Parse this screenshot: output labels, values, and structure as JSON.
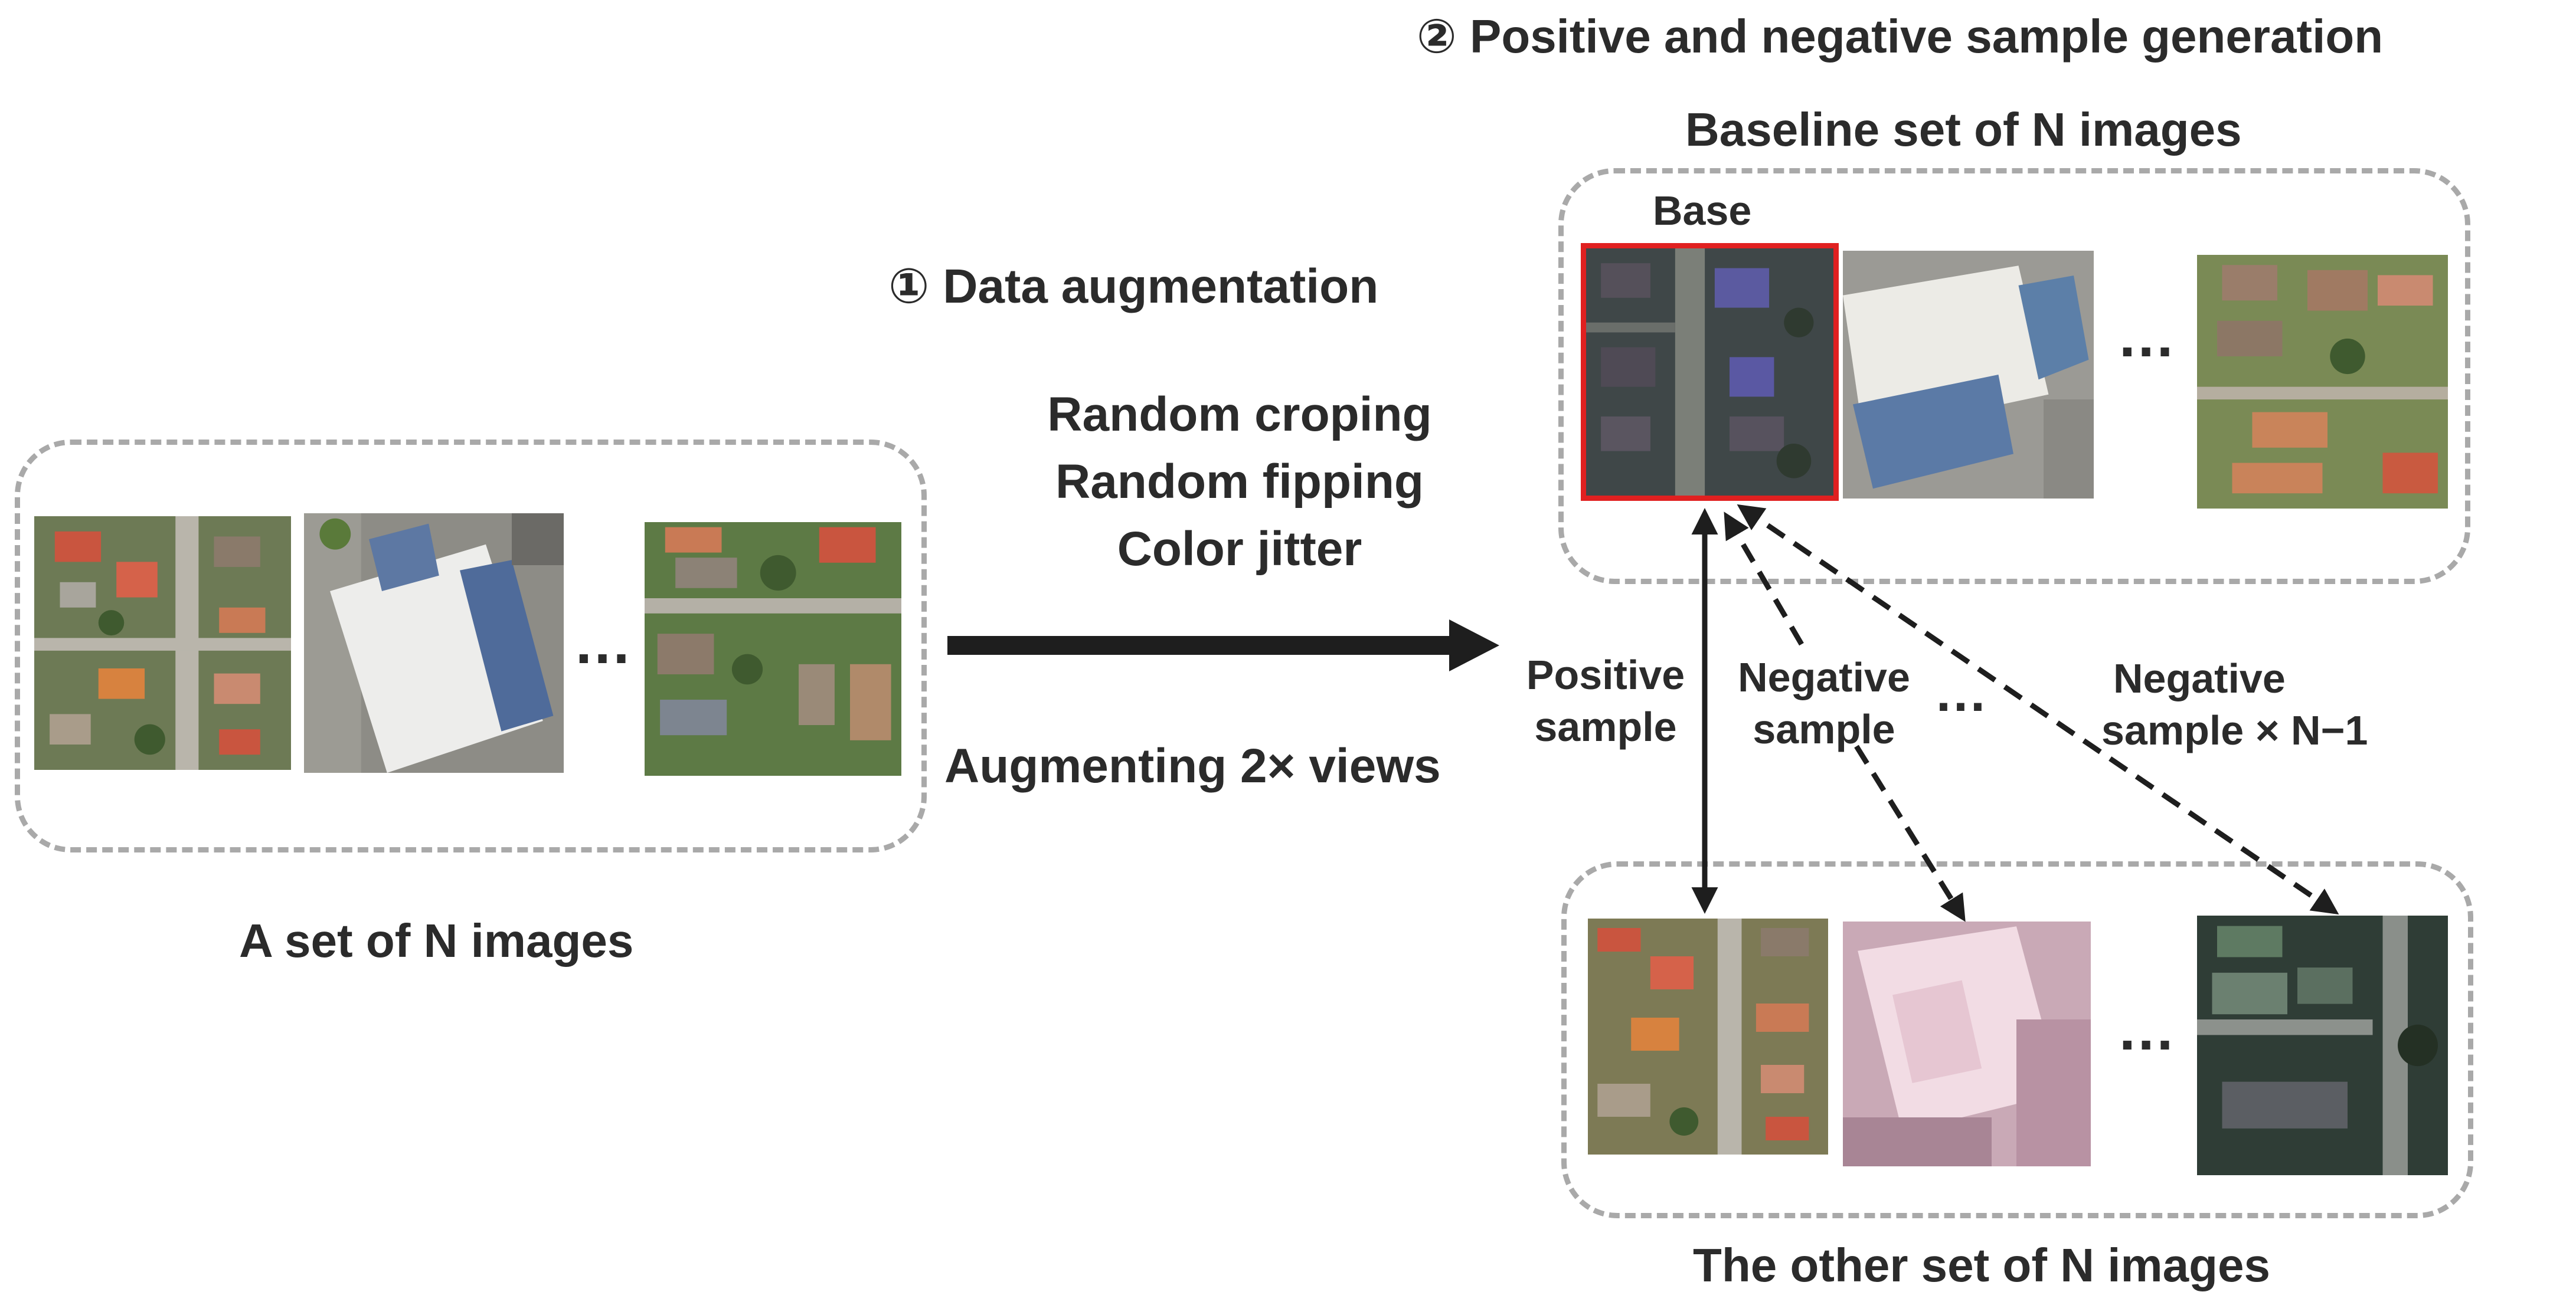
{
  "step2_title": "② Positive and negative sample generation",
  "step1_title": "①  Data augmentation",
  "augment_ops": [
    "Random croping",
    "Random fipping",
    "Color jitter"
  ],
  "augment_views": "Augmenting 2× views",
  "input_set": {
    "caption": "A set of N images",
    "ellipsis": "..."
  },
  "baseline_set": {
    "caption": "Baseline set of N images",
    "base_label": "Base",
    "ellipsis": "..."
  },
  "other_set": {
    "caption": "The other set of N images",
    "ellipsis": "..."
  },
  "sample_labels": {
    "positive": [
      "Positive",
      "sample"
    ],
    "negative": [
      "Negative",
      "sample"
    ],
    "mid_ellipsis": "...",
    "negative_many": [
      "Negative",
      "sample  ×  N−1"
    ]
  },
  "colors": {
    "base_highlight": "#e02020",
    "dashed_border": "#a9a9a9",
    "text": "#2b2b2b"
  }
}
